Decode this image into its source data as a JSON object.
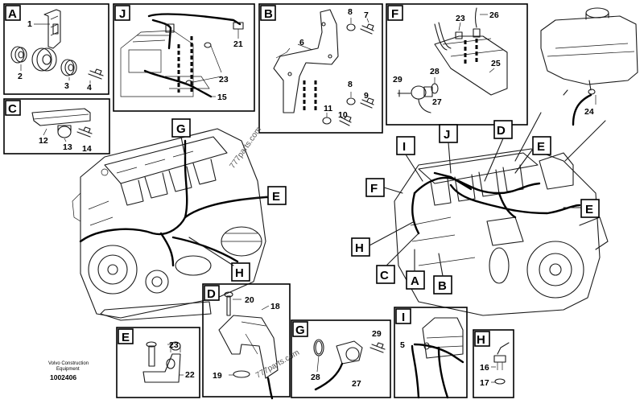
{
  "labels": {
    "A": "A",
    "B": "B",
    "C": "C",
    "D": "D",
    "E": "E",
    "F": "F",
    "G": "G",
    "H": "H",
    "I": "I",
    "J": "J"
  },
  "parts": {
    "p1": "1",
    "p2": "2",
    "p3": "3",
    "p4": "4",
    "p5": "5",
    "p6": "6",
    "p7": "7",
    "p8": "8",
    "p9": "9",
    "p10": "10",
    "p11": "11",
    "p12": "12",
    "p13": "13",
    "p14": "14",
    "p15": "15",
    "p16": "16",
    "p17": "17",
    "p18": "18",
    "p19": "19",
    "p20": "20",
    "p21": "21",
    "p22": "22",
    "p23": "23",
    "p24": "24",
    "p25": "25",
    "p26": "26",
    "p27": "27",
    "p28": "28",
    "p29": "29"
  },
  "caption": {
    "maker_line1": "Volvo Construction",
    "maker_line2": "Equipment",
    "doc_number": "1002406"
  },
  "watermarks": {
    "w1": "777parts.com",
    "w2": "777parts.com"
  }
}
